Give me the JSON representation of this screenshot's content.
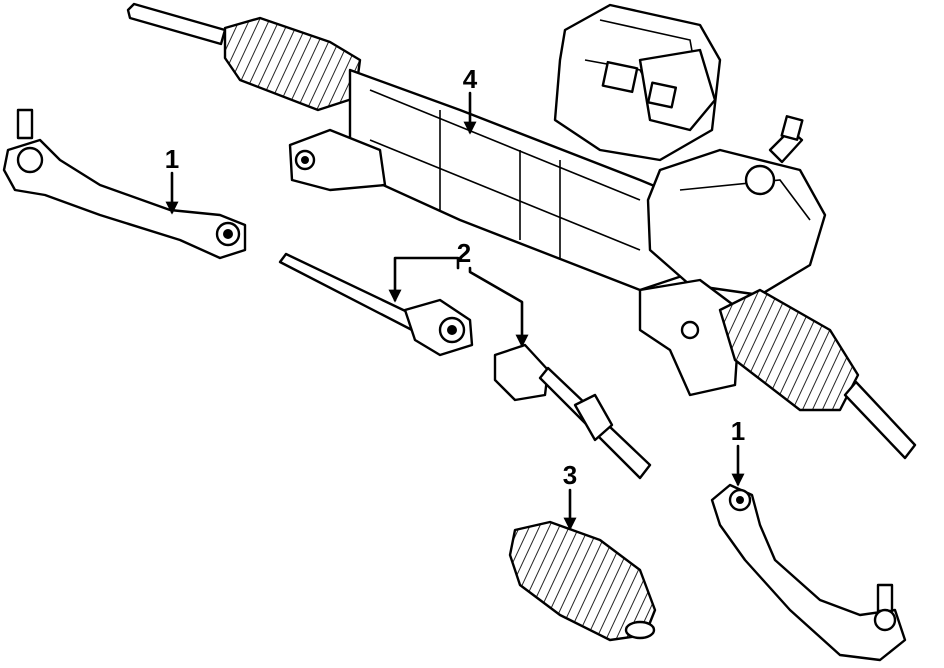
{
  "callouts": {
    "tie_rod_end_left": "1",
    "inner_tie_rod": "2",
    "boot": "3",
    "rack_assembly": "4",
    "tie_rod_end_right": "1"
  },
  "colors": {
    "line": "#000000",
    "background": "#ffffff"
  }
}
